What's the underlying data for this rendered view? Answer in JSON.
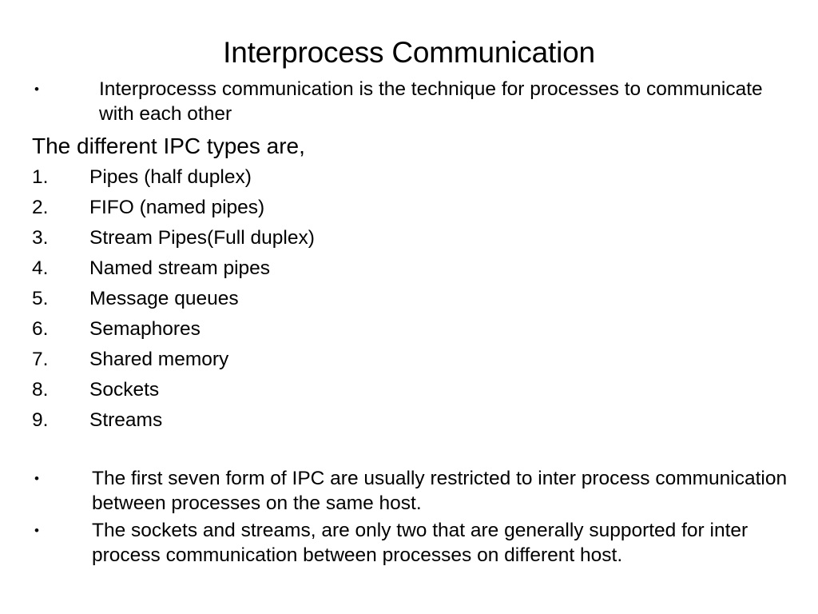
{
  "slide": {
    "title": "Interprocess Communication",
    "background_color": "#ffffff",
    "text_color": "#000000",
    "bullet_glyph": "•",
    "intro": {
      "marker": "•",
      "text": "Interprocesss communication is the technique for processes to communicate with each other"
    },
    "subheading": "The different IPC types are,",
    "ipc_types": [
      {
        "marker": "1.",
        "label": "Pipes (half duplex)"
      },
      {
        "marker": "2.",
        "label": "FIFO (named pipes)"
      },
      {
        "marker": "3.",
        "label": "Stream Pipes(Full duplex)"
      },
      {
        "marker": "4.",
        "label": "Named stream pipes"
      },
      {
        "marker": "5.",
        "label": "Message queues"
      },
      {
        "marker": "6.",
        "label": "Semaphores"
      },
      {
        "marker": "7.",
        "label": "Shared memory"
      },
      {
        "marker": "8.",
        "label": "Sockets"
      },
      {
        "marker": "9.",
        "label": "Streams"
      }
    ],
    "notes": [
      {
        "marker": "•",
        "text": "The first seven form of IPC are usually restricted to inter process communication between processes on the same host."
      },
      {
        "marker": "•",
        "text": "The sockets and streams, are only two that are generally supported for inter process communication between processes on different host."
      }
    ]
  }
}
